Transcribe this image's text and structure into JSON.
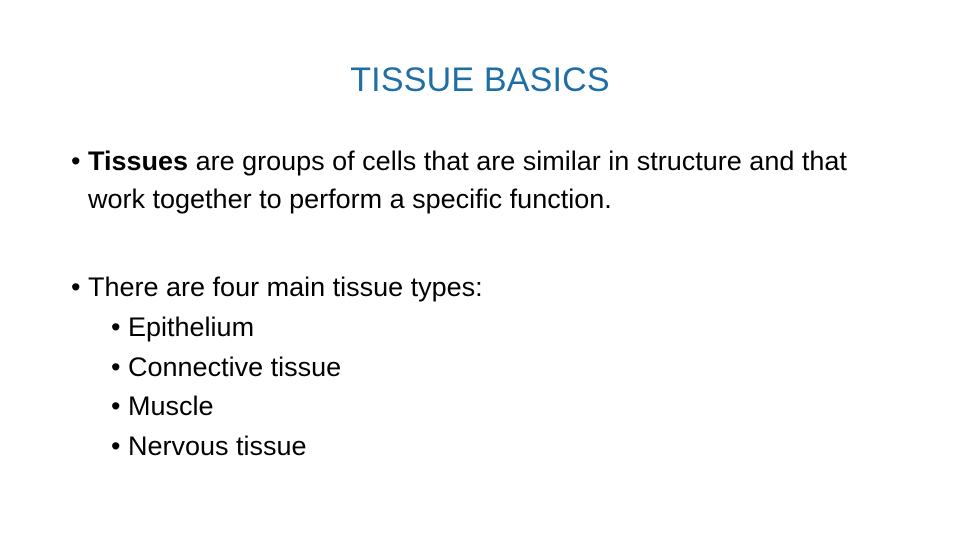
{
  "slide": {
    "title": "TISSUE BASICS",
    "title_color": "#1f6ea5",
    "background_color": "#ffffff",
    "text_color": "#000000",
    "bullet_glyph": "•",
    "content": {
      "bullet_1": {
        "lead_bold": "Tissues",
        "rest": " are groups of cells that are similar in structure and that work together to perform a specific function."
      },
      "bullet_2": {
        "text": "There are four main tissue types:"
      },
      "sub_bullets": [
        {
          "label": "Epithelium"
        },
        {
          "label": "Connective tissue"
        },
        {
          "label": "Muscle"
        },
        {
          "label": "Nervous tissue"
        }
      ]
    }
  }
}
